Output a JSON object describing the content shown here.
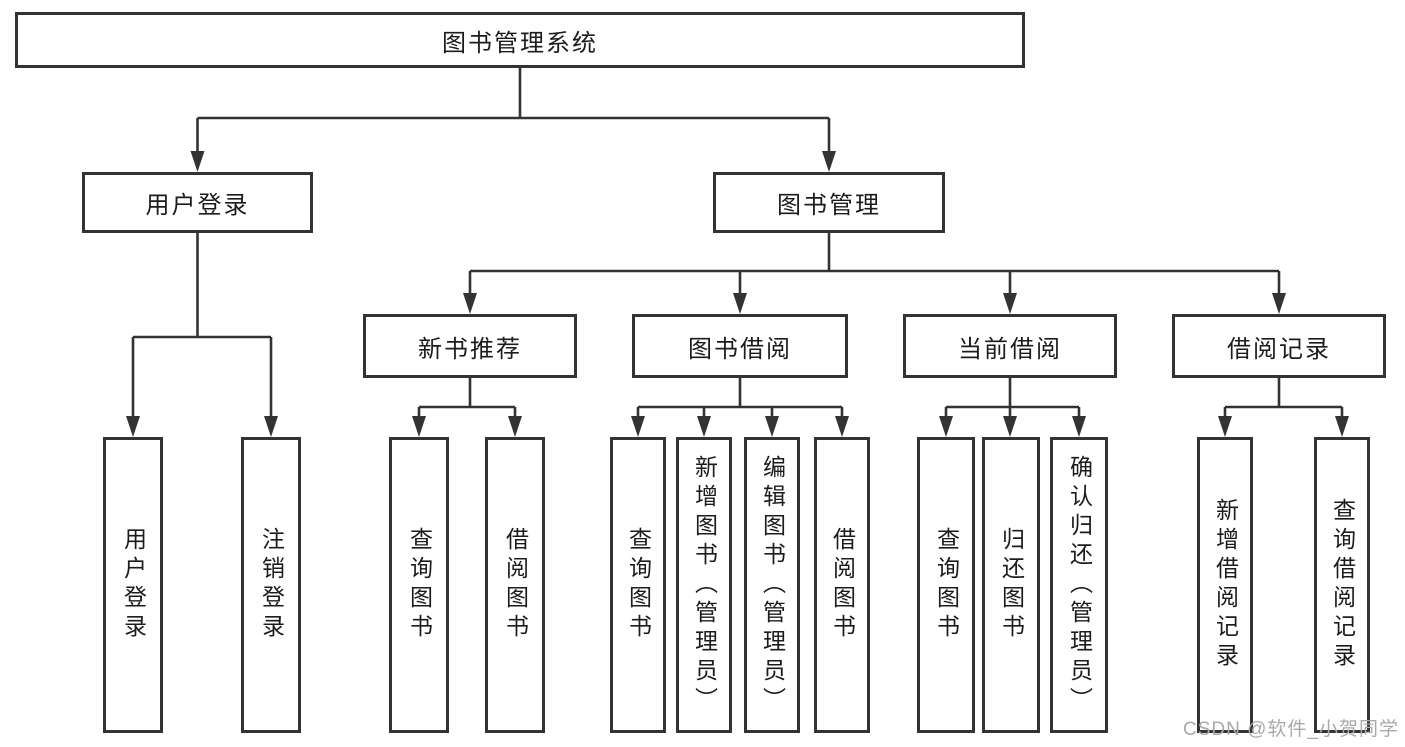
{
  "diagram": {
    "root": {
      "label": "图书管理系统"
    },
    "level2": {
      "user_login": {
        "label": "用户登录"
      },
      "book_mgmt": {
        "label": "图书管理"
      }
    },
    "level3": {
      "new_books": {
        "label": "新书推荐"
      },
      "book_borrow": {
        "label": "图书借阅"
      },
      "current_borrow": {
        "label": "当前借阅"
      },
      "borrow_records": {
        "label": "借阅记录"
      }
    },
    "leaves": {
      "user_login": [
        "用户登录",
        "注销登录"
      ],
      "new_books": [
        "查询图书",
        "借阅图书"
      ],
      "book_borrow": [
        "查询图书",
        "新增图书（管理员）",
        "编辑图书（管理员）",
        "借阅图书"
      ],
      "current_borrow": [
        "查询图书",
        "归还图书",
        "确认归还（管理员）"
      ],
      "borrow_records": [
        "新增借阅记录",
        "查询借阅记录"
      ]
    },
    "watermark": "CSDN @软件_小贺同学"
  },
  "colors": {
    "line": "#333333",
    "box_border": "#333333",
    "text": "#1c1c1c",
    "watermark": "#a9a9a9",
    "background": "#ffffff"
  }
}
